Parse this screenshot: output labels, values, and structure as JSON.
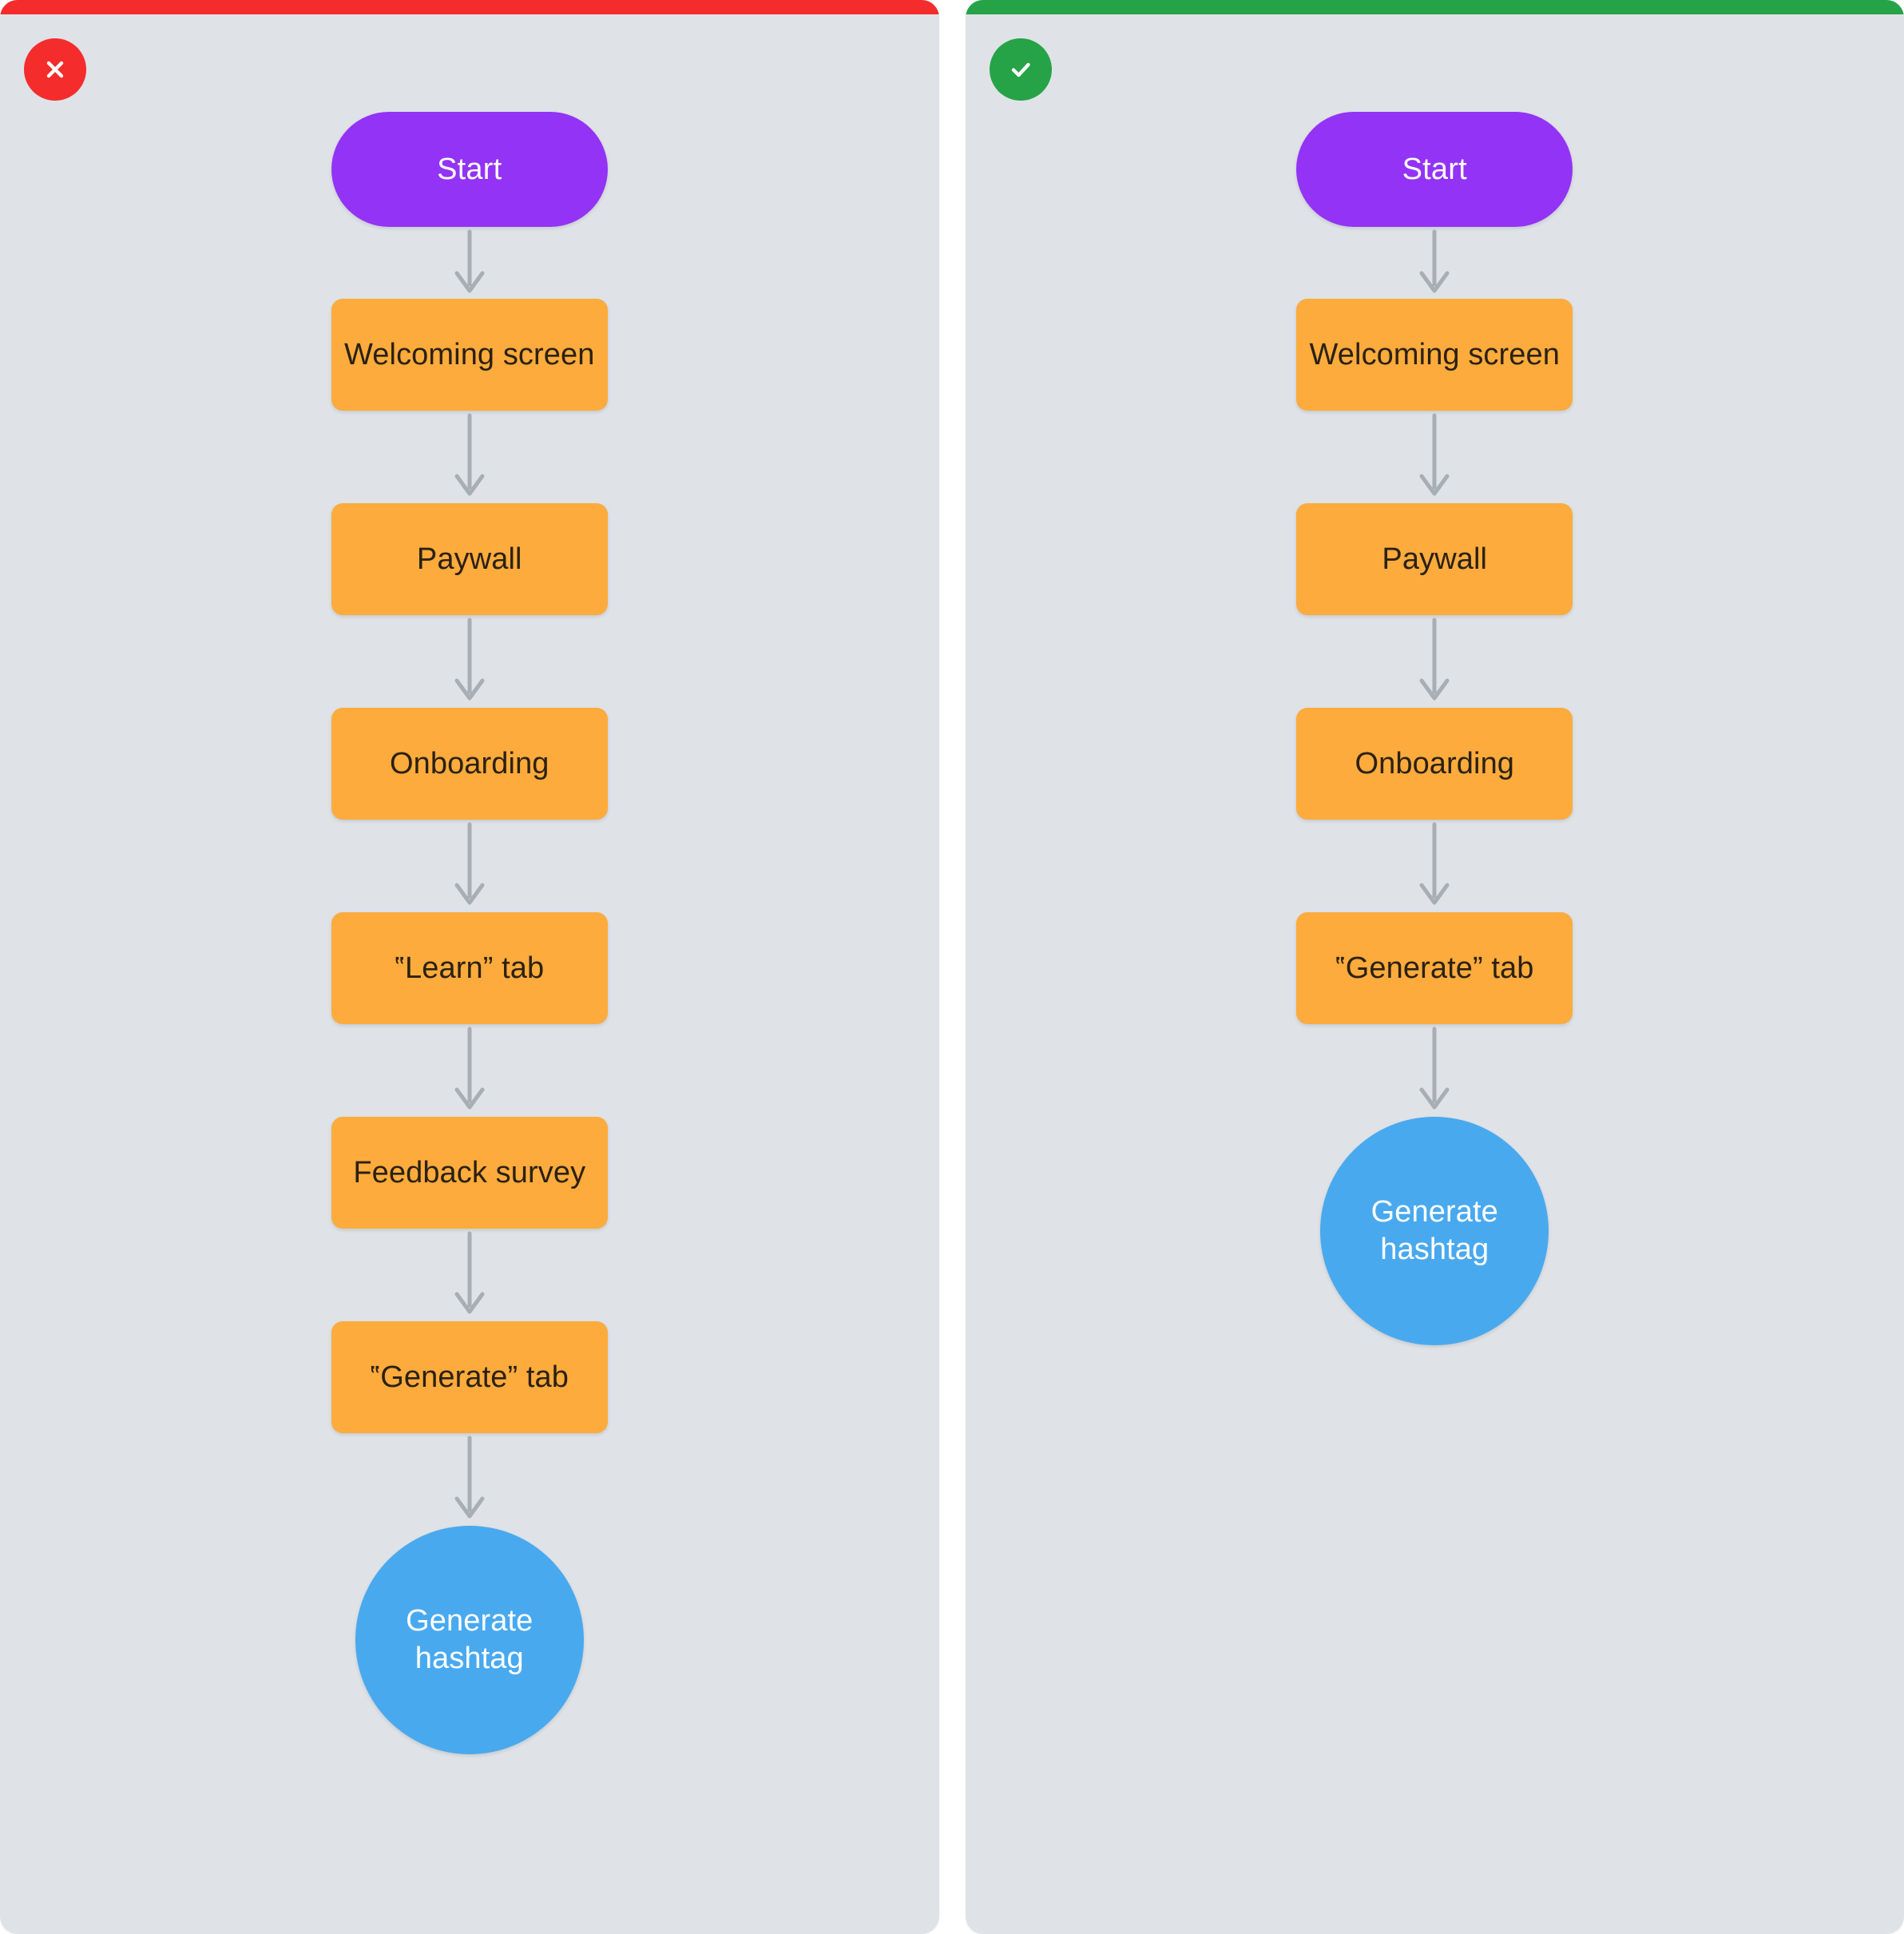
{
  "canvas": {
    "background": "#ffffff",
    "panel_background": "#dfe3e7",
    "connector_color": "#a7aeb4"
  },
  "palette": {
    "start_node": "#9333f5",
    "step_node": "#fcab3c",
    "end_node": "#49a9ef",
    "bad_accent": "#f42c2c",
    "good_accent": "#26a347",
    "start_text": "#ffffff",
    "step_text": "#2b2113",
    "end_text": "#ffffff"
  },
  "panels": [
    {
      "id": "bad-flow",
      "status": "bad",
      "accent_color": "#f42c2c",
      "status_icon": "close-icon",
      "nodes": [
        {
          "type": "start",
          "label": "Start"
        },
        {
          "type": "step",
          "label": "Welcoming screen"
        },
        {
          "type": "step",
          "label": "Paywall"
        },
        {
          "type": "step",
          "label": "Onboarding"
        },
        {
          "type": "step",
          "label": "‟Learn” tab"
        },
        {
          "type": "step",
          "label": "Feedback survey"
        },
        {
          "type": "step",
          "label": "‟Generate” tab"
        },
        {
          "type": "end",
          "label_line1": "Generate",
          "label_line2": "hashtag"
        }
      ]
    },
    {
      "id": "good-flow",
      "status": "good",
      "accent_color": "#26a347",
      "status_icon": "check-icon",
      "nodes": [
        {
          "type": "start",
          "label": "Start"
        },
        {
          "type": "step",
          "label": "Welcoming screen"
        },
        {
          "type": "step",
          "label": "Paywall"
        },
        {
          "type": "step",
          "label": "Onboarding"
        },
        {
          "type": "step",
          "label": "‟Generate” tab"
        },
        {
          "type": "end",
          "label_line1": "Generate",
          "label_line2": "hashtag"
        }
      ]
    }
  ]
}
